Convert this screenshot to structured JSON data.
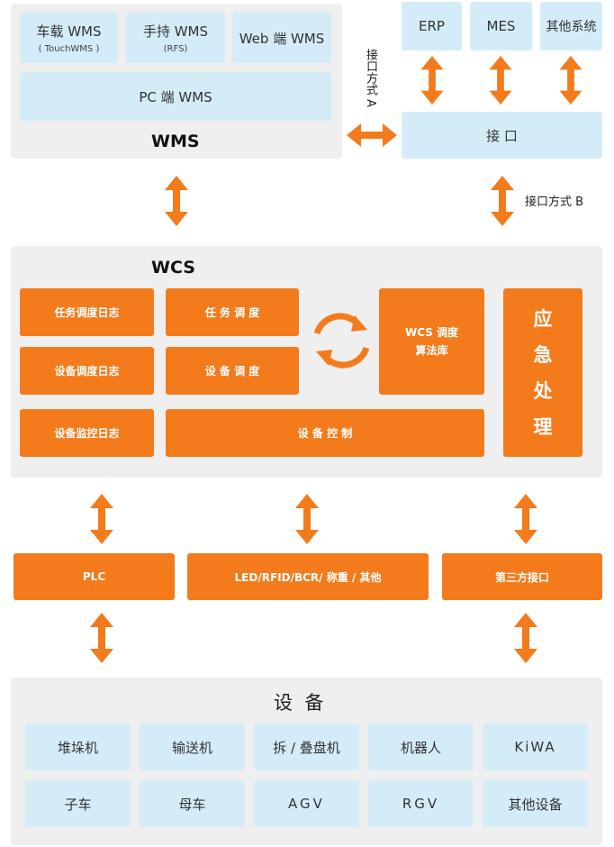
{
  "wms": {
    "title": "WMS",
    "modules": [
      {
        "label": "车载 WMS",
        "sub": "( TouchWMS )"
      },
      {
        "label": "手持 WMS",
        "sub": "(RFS)"
      },
      {
        "label": "Web 端 WMS",
        "sub": ""
      }
    ],
    "pc_label": "PC 端 WMS"
  },
  "external": {
    "systems": [
      "ERP",
      "MES",
      "其他系统"
    ],
    "interface_label": "接 口",
    "interface_a": "接口方式 A",
    "interface_b": "接口方式 B"
  },
  "wcs": {
    "title": "WCS",
    "task_log": "任务调度日志",
    "task_dispatch": "任 务 调 度",
    "device_log": "设备调度日志",
    "device_dispatch": "设 备 调 度",
    "monitor_log": "设备监控日志",
    "device_control": "设 备 控 制",
    "algo": "WCS 调度\n算法库",
    "emergency": "应\n急\n处\n理"
  },
  "middle": [
    "PLC",
    "LED/RFID/BCR/ 称重 / 其他",
    "第三方接口"
  ],
  "devices": {
    "title": "设  备",
    "items": [
      "堆垛机",
      "输送机",
      "拆 / 叠盘机",
      "机器人",
      "KiWA",
      "子车",
      "母车",
      "AGV",
      "RGV",
      "其他设备"
    ]
  },
  "colors": {
    "orange": "#f37b1c",
    "light_blue": "#d4ecf8",
    "panel_gray": "#efefef"
  }
}
